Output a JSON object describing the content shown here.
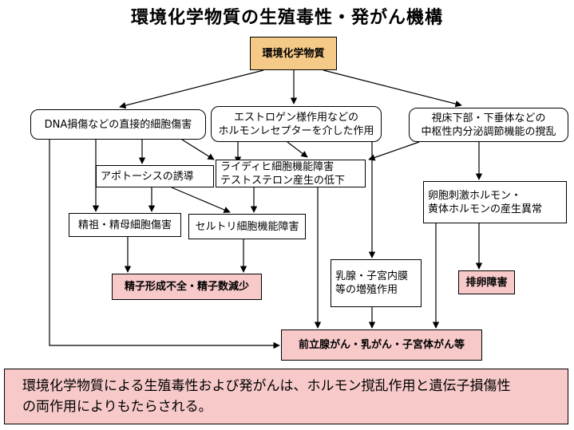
{
  "title": "環境化学物質の生殖毒性・発がん機構",
  "nodes": {
    "source": "環境化学物質",
    "dna_damage": "DNA損傷などの直接的細胞傷害",
    "estrogen_1": "エストロゲン様作用などの",
    "estrogen_2": "ホルモンレセプターを介した作用",
    "hypothalamus_1": "視床下部・下垂体などの",
    "hypothalamus_2": "中枢性内分泌調節機能の撹乱",
    "apoptosis": "アポトーシスの誘導",
    "leydig_1": "ライディヒ細胞機能障害",
    "leydig_2": "テストステロン産生の低下",
    "ovarian_1": "卵胞刺激ホルモン・",
    "ovarian_2": "黄体ホルモンの産生異常",
    "germ_cell": "精祖・精母細胞傷害",
    "sertoli": "セルトリ細胞機能障害",
    "mammary_1": "乳腺・子宮内膜",
    "mammary_2": "等の増殖作用",
    "sperm": "精子形成不全・精子数減少",
    "ovulation": "排卵障害",
    "cancer": "前立腺がん・乳がん・子宮体がん等"
  },
  "summary": {
    "line1": "環境化学物質による生殖毒性および発がんは、ホルモン撹乱作用と遺伝子損傷性",
    "line2": "の両作用によりもたらされる。"
  },
  "colors": {
    "peach": "#f5c987",
    "pink": "#f7c9c9",
    "line": "#000000"
  }
}
